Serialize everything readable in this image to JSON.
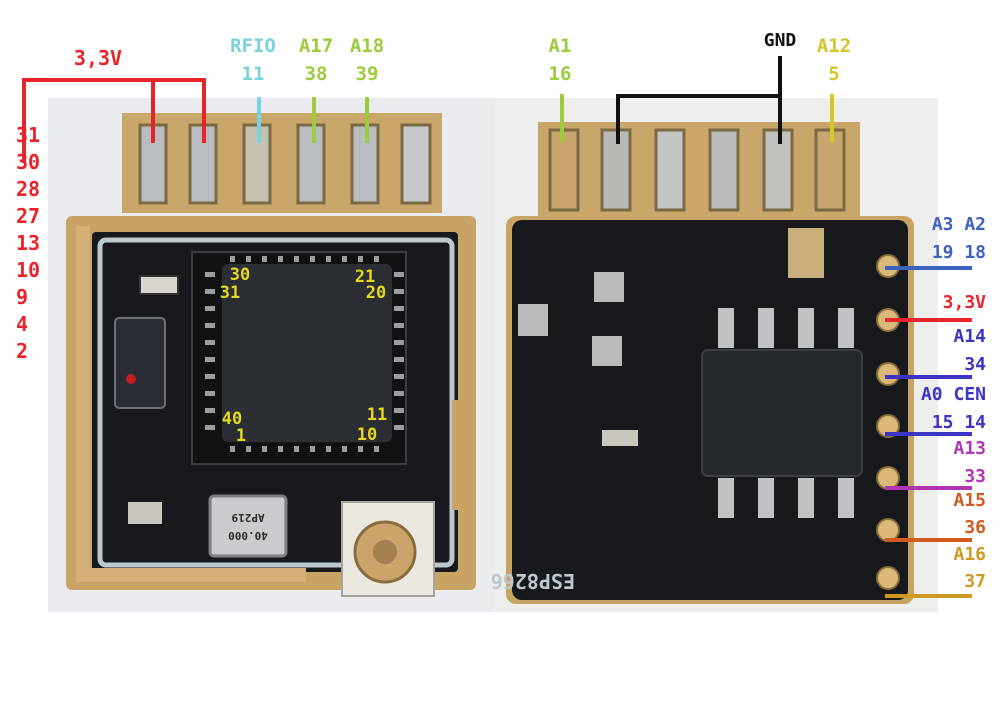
{
  "colors": {
    "red": "#e8242b",
    "cyan": "#7ad2e0",
    "green": "#9ccc3c",
    "gold": "#d4c62a",
    "black": "#111111",
    "blue": "#3c62c0",
    "indigo": "#3c34c4",
    "purple": "#b034b4",
    "magenta": "#c62cc0",
    "orange": "#d05a20",
    "amber": "#cc9a20",
    "chipyellow": "#e6d81c",
    "pcb": "#17191c",
    "gold_plate": "#c8a464",
    "silk": "#bcc8ce"
  },
  "left_board": {
    "supply_label": "3,3V",
    "left_pin_numbers": [
      "31",
      "30",
      "28",
      "27",
      "13",
      "10",
      "9",
      "4",
      "2"
    ],
    "top_pads": [
      {
        "name": "RFIO",
        "number": "11",
        "color": "cyan"
      },
      {
        "name": "A17",
        "number": "38",
        "color": "green"
      },
      {
        "name": "A18",
        "number": "39",
        "color": "green"
      }
    ],
    "chip_pins": [
      "30",
      "31",
      "21",
      "20",
      "40",
      "1",
      "11",
      "10"
    ],
    "crystal_text": [
      "40.000",
      "AP219"
    ]
  },
  "right_board": {
    "top_pads": [
      {
        "name": "A1",
        "number": "16",
        "color": "green"
      },
      {
        "name": "GND",
        "number": "",
        "color": "black"
      },
      {
        "name": "A12",
        "number": "5",
        "color": "gold"
      }
    ],
    "side_pins": [
      {
        "name": "A3  A2",
        "number": "19  18",
        "color": "blue"
      },
      {
        "name": "3,3V",
        "number": "",
        "color": "red"
      },
      {
        "name": "A14",
        "number": "34",
        "color": "indigo"
      },
      {
        "name": "A0 CEN",
        "number": "15 14",
        "color": "indigo"
      },
      {
        "name": "A13",
        "number": "33",
        "color": "purple"
      },
      {
        "name": "A15",
        "number": "36",
        "color": "orange"
      },
      {
        "name": "A16",
        "number": "37",
        "color": "amber"
      }
    ],
    "bottom_silk": "ESP8266"
  }
}
